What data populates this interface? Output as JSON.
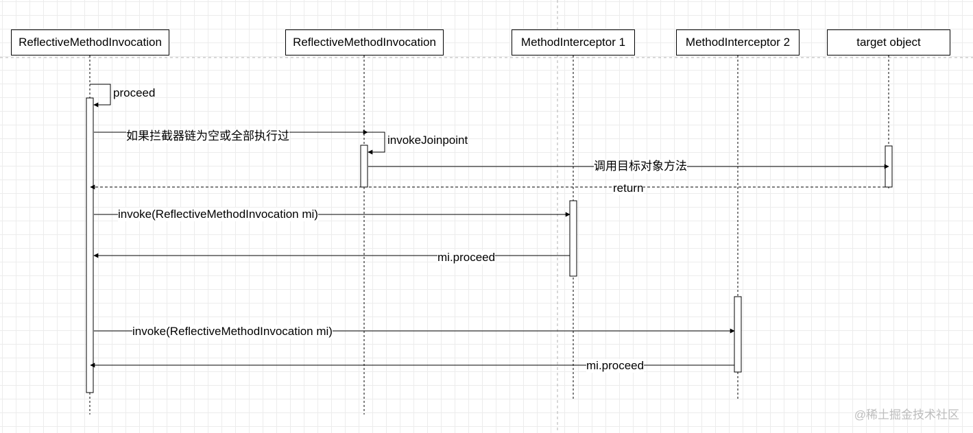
{
  "participants": [
    {
      "name": "ReflectiveMethodInvocation"
    },
    {
      "name": "ReflectiveMethodInvocation"
    },
    {
      "name": "MethodInterceptor 1"
    },
    {
      "name": "MethodInterceptor 2"
    },
    {
      "name": "target object"
    }
  ],
  "messages": {
    "proceed": "proceed",
    "chain_empty": "如果拦截器链为空或全部执行过",
    "invoke_joinpoint": "invokeJoinpoint",
    "call_target": "调用目标对象方法",
    "return": "return",
    "invoke_1": "invoke(ReflectiveMethodInvocation mi)",
    "mi_proceed_1": "mi.proceed",
    "invoke_2": "invoke(ReflectiveMethodInvocation mi)",
    "mi_proceed_2": "mi.proceed"
  },
  "watermark": "@稀土掘金技术社区",
  "colors": {
    "line": "#000000",
    "grid": "#ececec",
    "watermark": "#bdbdbd"
  }
}
